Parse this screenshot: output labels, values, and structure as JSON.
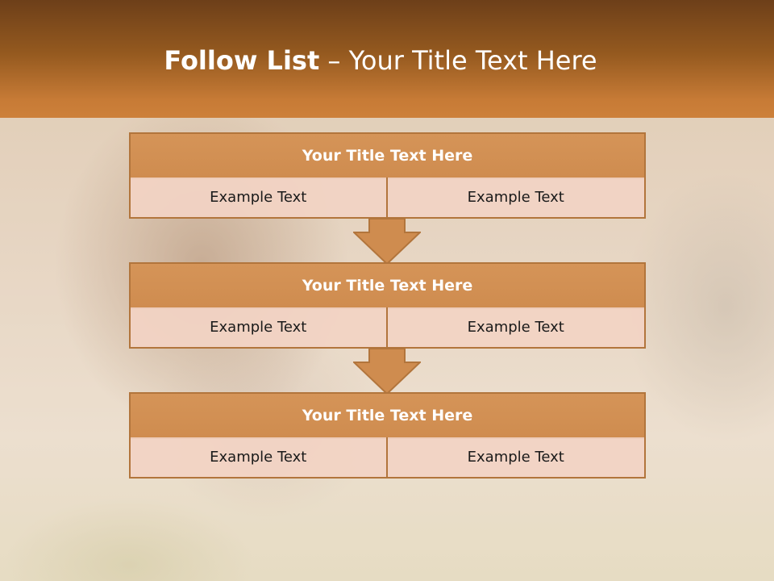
{
  "slide": {
    "title_bold": "Follow List",
    "title_rest": " – Your Title Text Here"
  },
  "blocks": [
    {
      "title": "Your Title Text Here",
      "left": "Example Text",
      "right": "Example Text"
    },
    {
      "title": "Your Title Text Here",
      "left": "Example Text",
      "right": "Example Text"
    },
    {
      "title": "Your Title Text Here",
      "left": "Example Text",
      "right": "Example Text"
    }
  ],
  "colors": {
    "accent": "#cf8c4f",
    "border": "#b2753c",
    "cell_fill": "#f2d3c4",
    "header_dark": "#6d3f19",
    "header_light": "#cd803a"
  }
}
